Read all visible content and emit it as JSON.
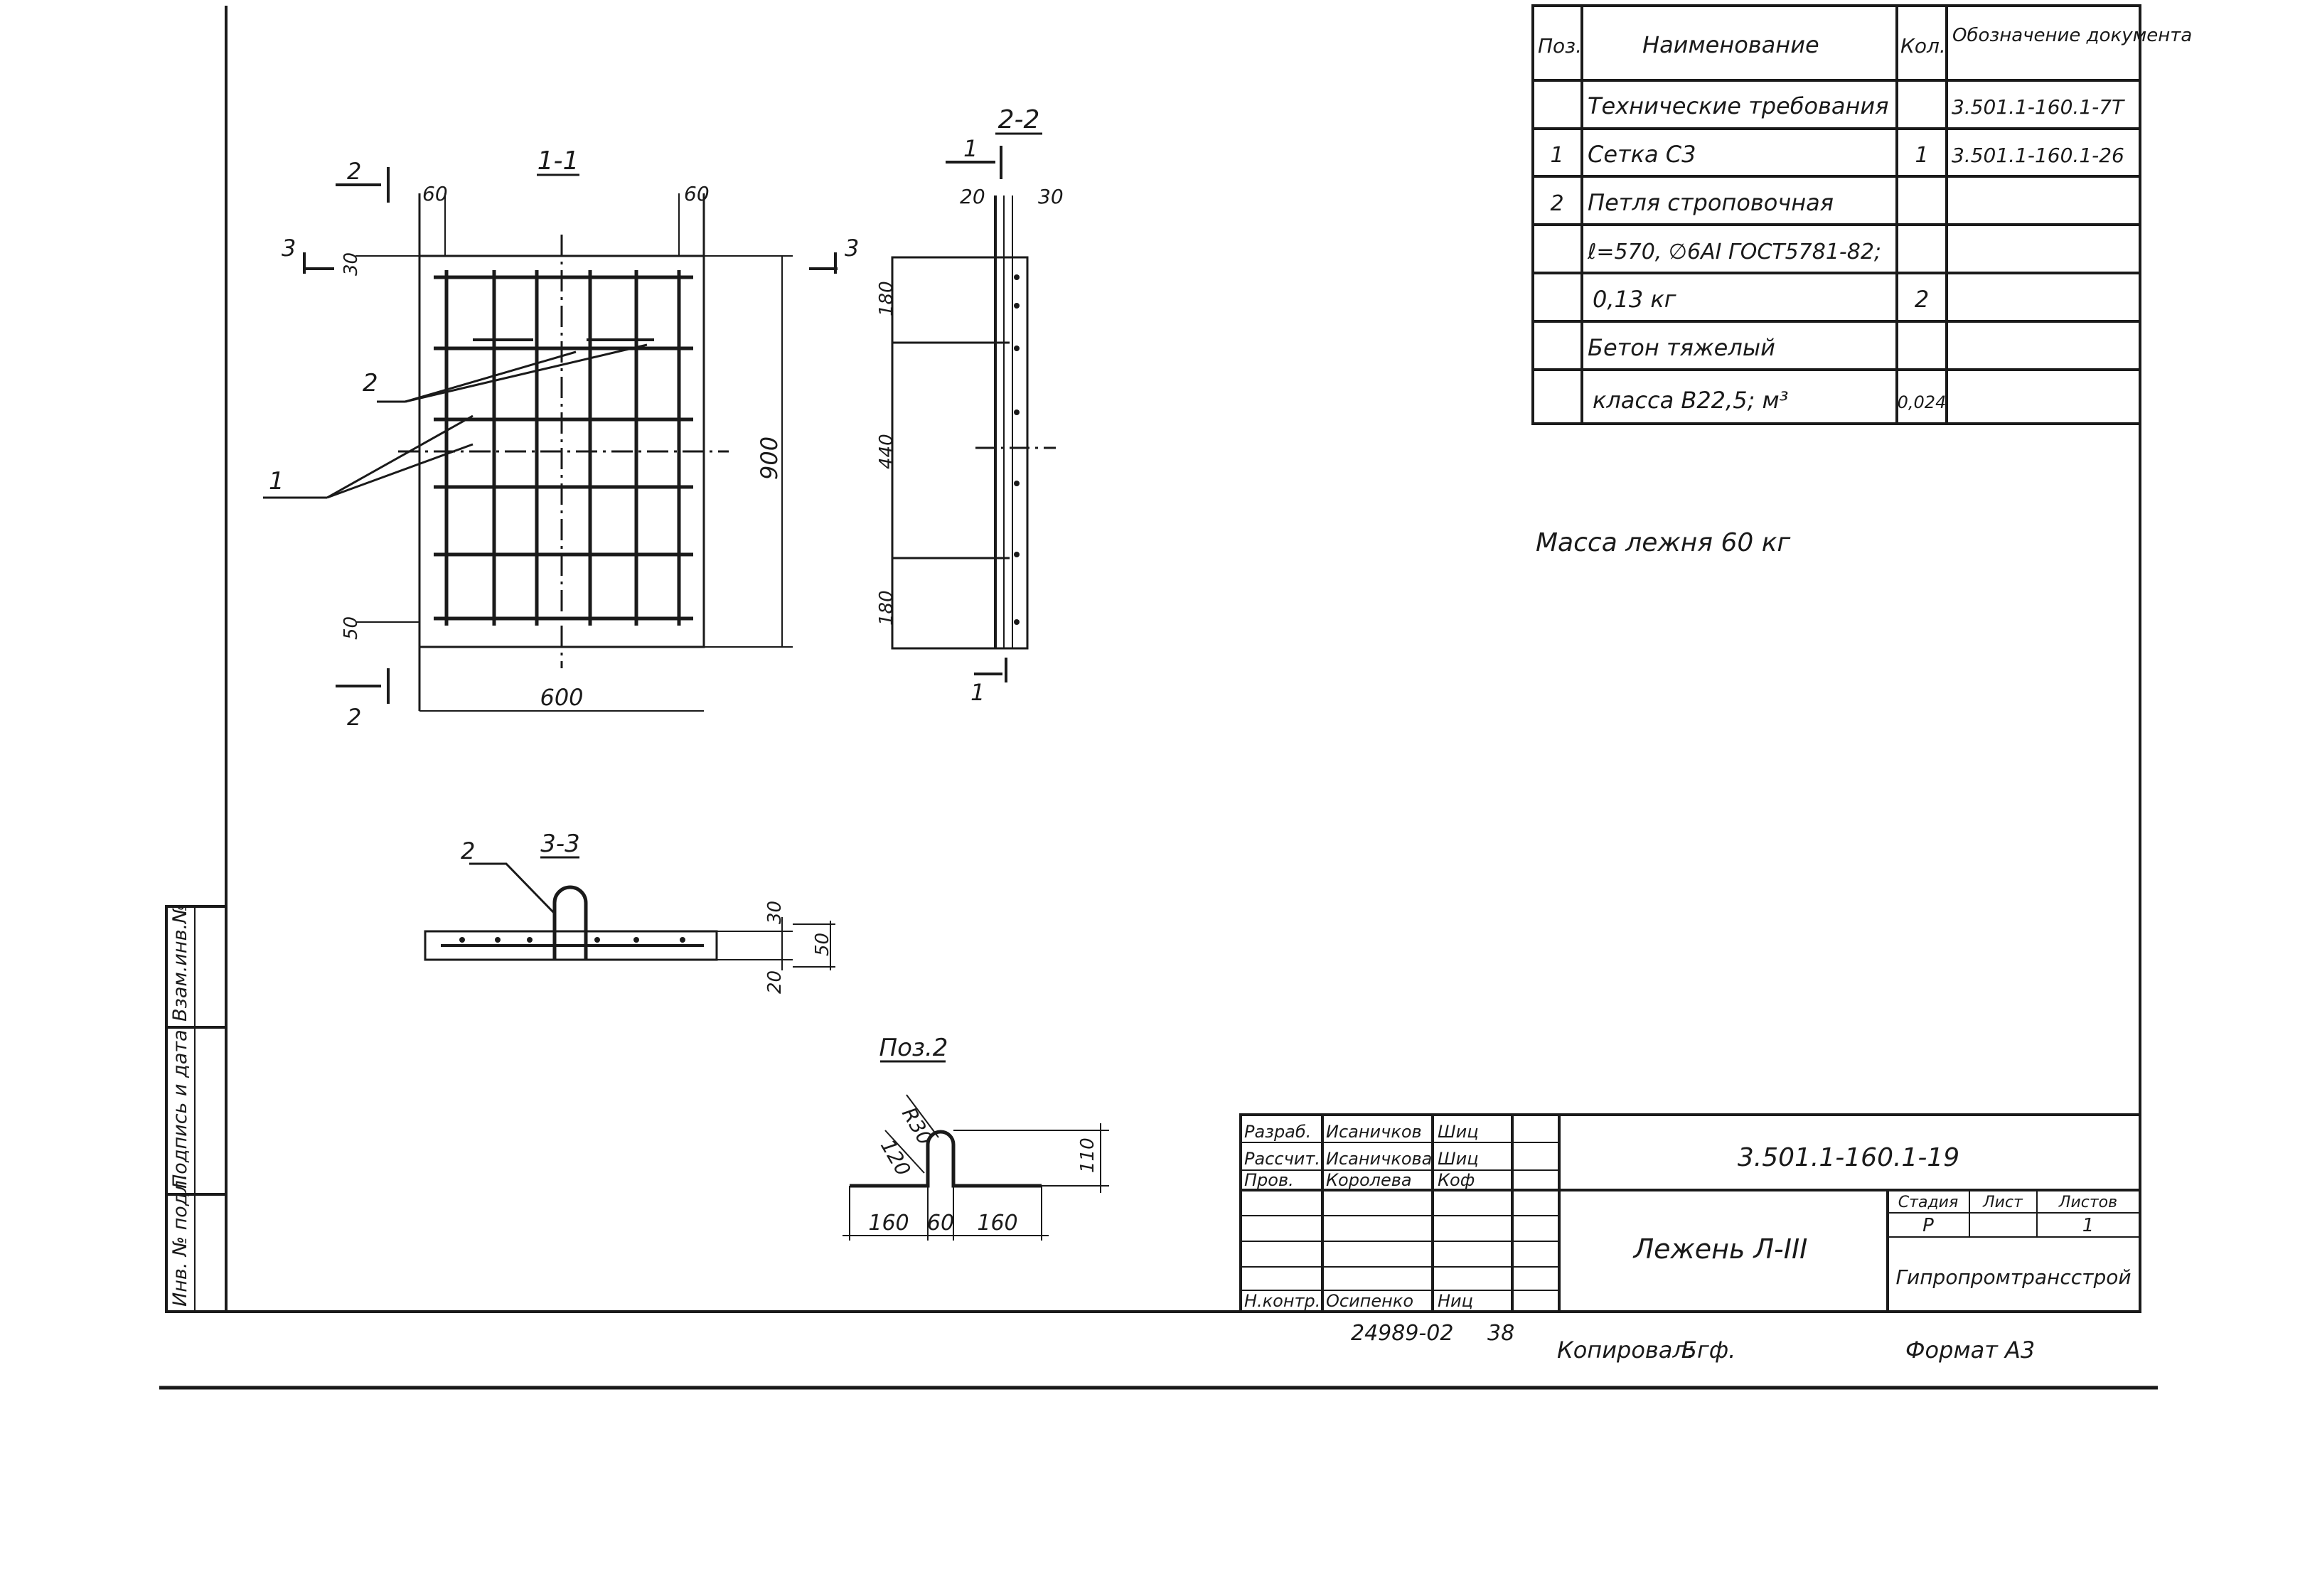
{
  "spec_table": {
    "headers": {
      "pos": "Поз.",
      "name": "Наименование",
      "qty": "Кол.",
      "doc": "Обозначение документа"
    },
    "rows": [
      {
        "pos": "",
        "name": "Технические требования",
        "qty": "",
        "doc": "3.501.1-160.1-7Т"
      },
      {
        "pos": "1",
        "name": "Сетка С3",
        "qty": "1",
        "doc": "3.501.1-160.1-26"
      },
      {
        "pos": "2",
        "name": "Петля строповочная",
        "qty": "",
        "doc": ""
      },
      {
        "pos": "",
        "name": "ℓ=570, ∅6АI ГОСТ5781-82;",
        "qty": "",
        "doc": ""
      },
      {
        "pos": "",
        "name": "0,13 кг",
        "qty": "2",
        "doc": ""
      },
      {
        "pos": "",
        "name": "Бетон тяжелый",
        "qty": "",
        "doc": ""
      },
      {
        "pos": "",
        "name": "класса В22,5; м³",
        "qty": "0,024",
        "doc": ""
      }
    ]
  },
  "mass_note": "Масса лежня 60 кг",
  "views": {
    "section_1_1": {
      "title": "1-1",
      "dims": {
        "top_left": "60",
        "top_right": "60",
        "left_top": "30",
        "left_bottom": "50",
        "height": "900",
        "width": "600"
      },
      "callouts": {
        "item_2": "2",
        "item_1": "1"
      },
      "cut_marks": {
        "left_top": "2",
        "left_side": "3",
        "right_side": "3",
        "left_bottom": "2"
      }
    },
    "section_2_2": {
      "title": "2-2",
      "dims": {
        "top_a": "20",
        "top_b": "30",
        "seg_top": "180",
        "seg_mid": "440",
        "seg_bot": "180"
      },
      "cut_marks": {
        "top": "1",
        "bottom": "1"
      }
    },
    "section_3_3": {
      "title": "3-3",
      "callout": "2",
      "dims": {
        "upper": "30",
        "total": "50",
        "lower": "20"
      }
    },
    "pos_2": {
      "title": "Поз.2",
      "dims": {
        "radius": "R30",
        "gap": "120",
        "height": "110",
        "left": "160",
        "mid": "60",
        "right": "160"
      }
    }
  },
  "title_block": {
    "roles": [
      {
        "role": "Разраб.",
        "name": "Исаничков",
        "sign": "Шиц"
      },
      {
        "role": "Рассчит.",
        "name": "Исаничкова",
        "sign": "Шиц"
      },
      {
        "role": "Пров.",
        "name": "Королева",
        "sign": "Коф"
      },
      {
        "role": "",
        "name": "",
        "sign": ""
      },
      {
        "role": "",
        "name": "",
        "sign": ""
      },
      {
        "role": "",
        "name": "",
        "sign": ""
      },
      {
        "role": "Н.контр.",
        "name": "Осипенко",
        "sign": "Ниц"
      }
    ],
    "designation": "3.501.1-160.1-19",
    "title": "Лежень Л-III",
    "stage_header": "Стадия",
    "sheet_header": "Лист",
    "sheets_header": "Листов",
    "stage": "Р",
    "sheets": "1",
    "org": "Гипропромтрансстрой"
  },
  "side_stamp": {
    "inv": "Инв. № подл.",
    "sign_date": "Подпись и дата",
    "replace": "Взам.инв.№"
  },
  "bottom": {
    "archive": "24989-02",
    "archive_sheet": "38",
    "copied": "Копировал:",
    "copied_sign": "Бгф.",
    "format": "Формат А3"
  }
}
